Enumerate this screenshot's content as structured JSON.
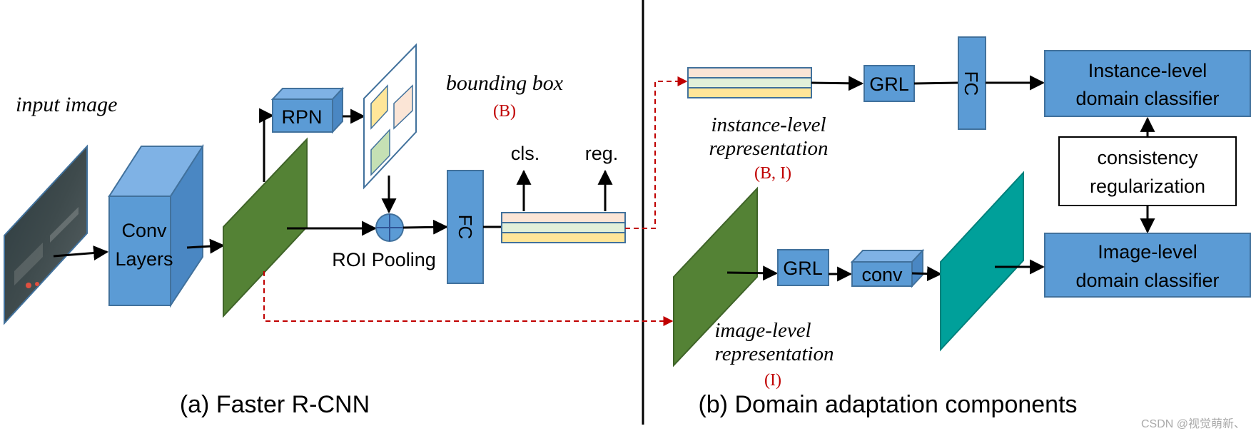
{
  "left_panel": {
    "caption": "(a) Faster R-CNN",
    "input_label": "input image",
    "conv_label_line1": "Conv",
    "conv_label_line2": "Layers",
    "rpn_label": "RPN",
    "bbox_label": "bounding box",
    "bbox_tag": "(B)",
    "roi_label": "ROI Pooling",
    "fc_label": "FC",
    "cls_label": "cls.",
    "reg_label": "reg."
  },
  "right_panel": {
    "caption": "(b) Domain adaptation components",
    "instance_repr_line1": "instance-level",
    "instance_repr_line2": "representation",
    "instance_repr_tag": "(B, I)",
    "image_repr_line1": "image-level",
    "image_repr_line2": "representation",
    "image_repr_tag": "(I)",
    "grl_top": "GRL",
    "fc_top": "FC",
    "grl_bottom": "GRL",
    "conv_bottom": "conv",
    "instance_classifier_line1": "Instance-level",
    "instance_classifier_line2": "domain classifier",
    "consistency_line1": "consistency",
    "consistency_line2": "regularization",
    "image_classifier_line1": "Image-level",
    "image_classifier_line2": "domain classifier"
  },
  "watermark": "CSDN @视觉萌新、",
  "colors": {
    "blue_box": "#5B9BD5",
    "blue_border": "#41719C",
    "green_plane": "#548235",
    "teal_plane": "#00A09A",
    "red_dashed": "#C00000",
    "stripe_pink": "#FBE5D6",
    "stripe_green": "#E2F0D9",
    "stripe_yellow": "#FFE699"
  }
}
